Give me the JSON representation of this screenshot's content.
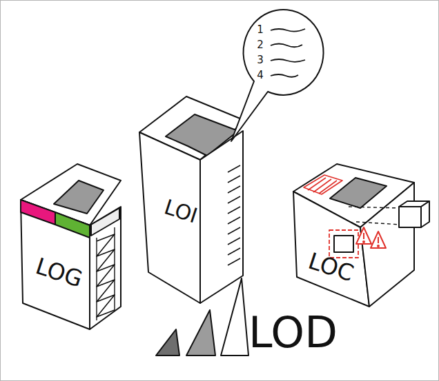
{
  "diagram": {
    "nodes": [
      {
        "text": [
          "LOG"
        ]
      },
      {
        "text": [
          "LOI"
        ]
      },
      {
        "text": [
          "1",
          "2",
          "3",
          "4"
        ]
      },
      {
        "text": [
          "LOC"
        ]
      }
    ],
    "labels": [
      "LOD"
    ]
  }
}
